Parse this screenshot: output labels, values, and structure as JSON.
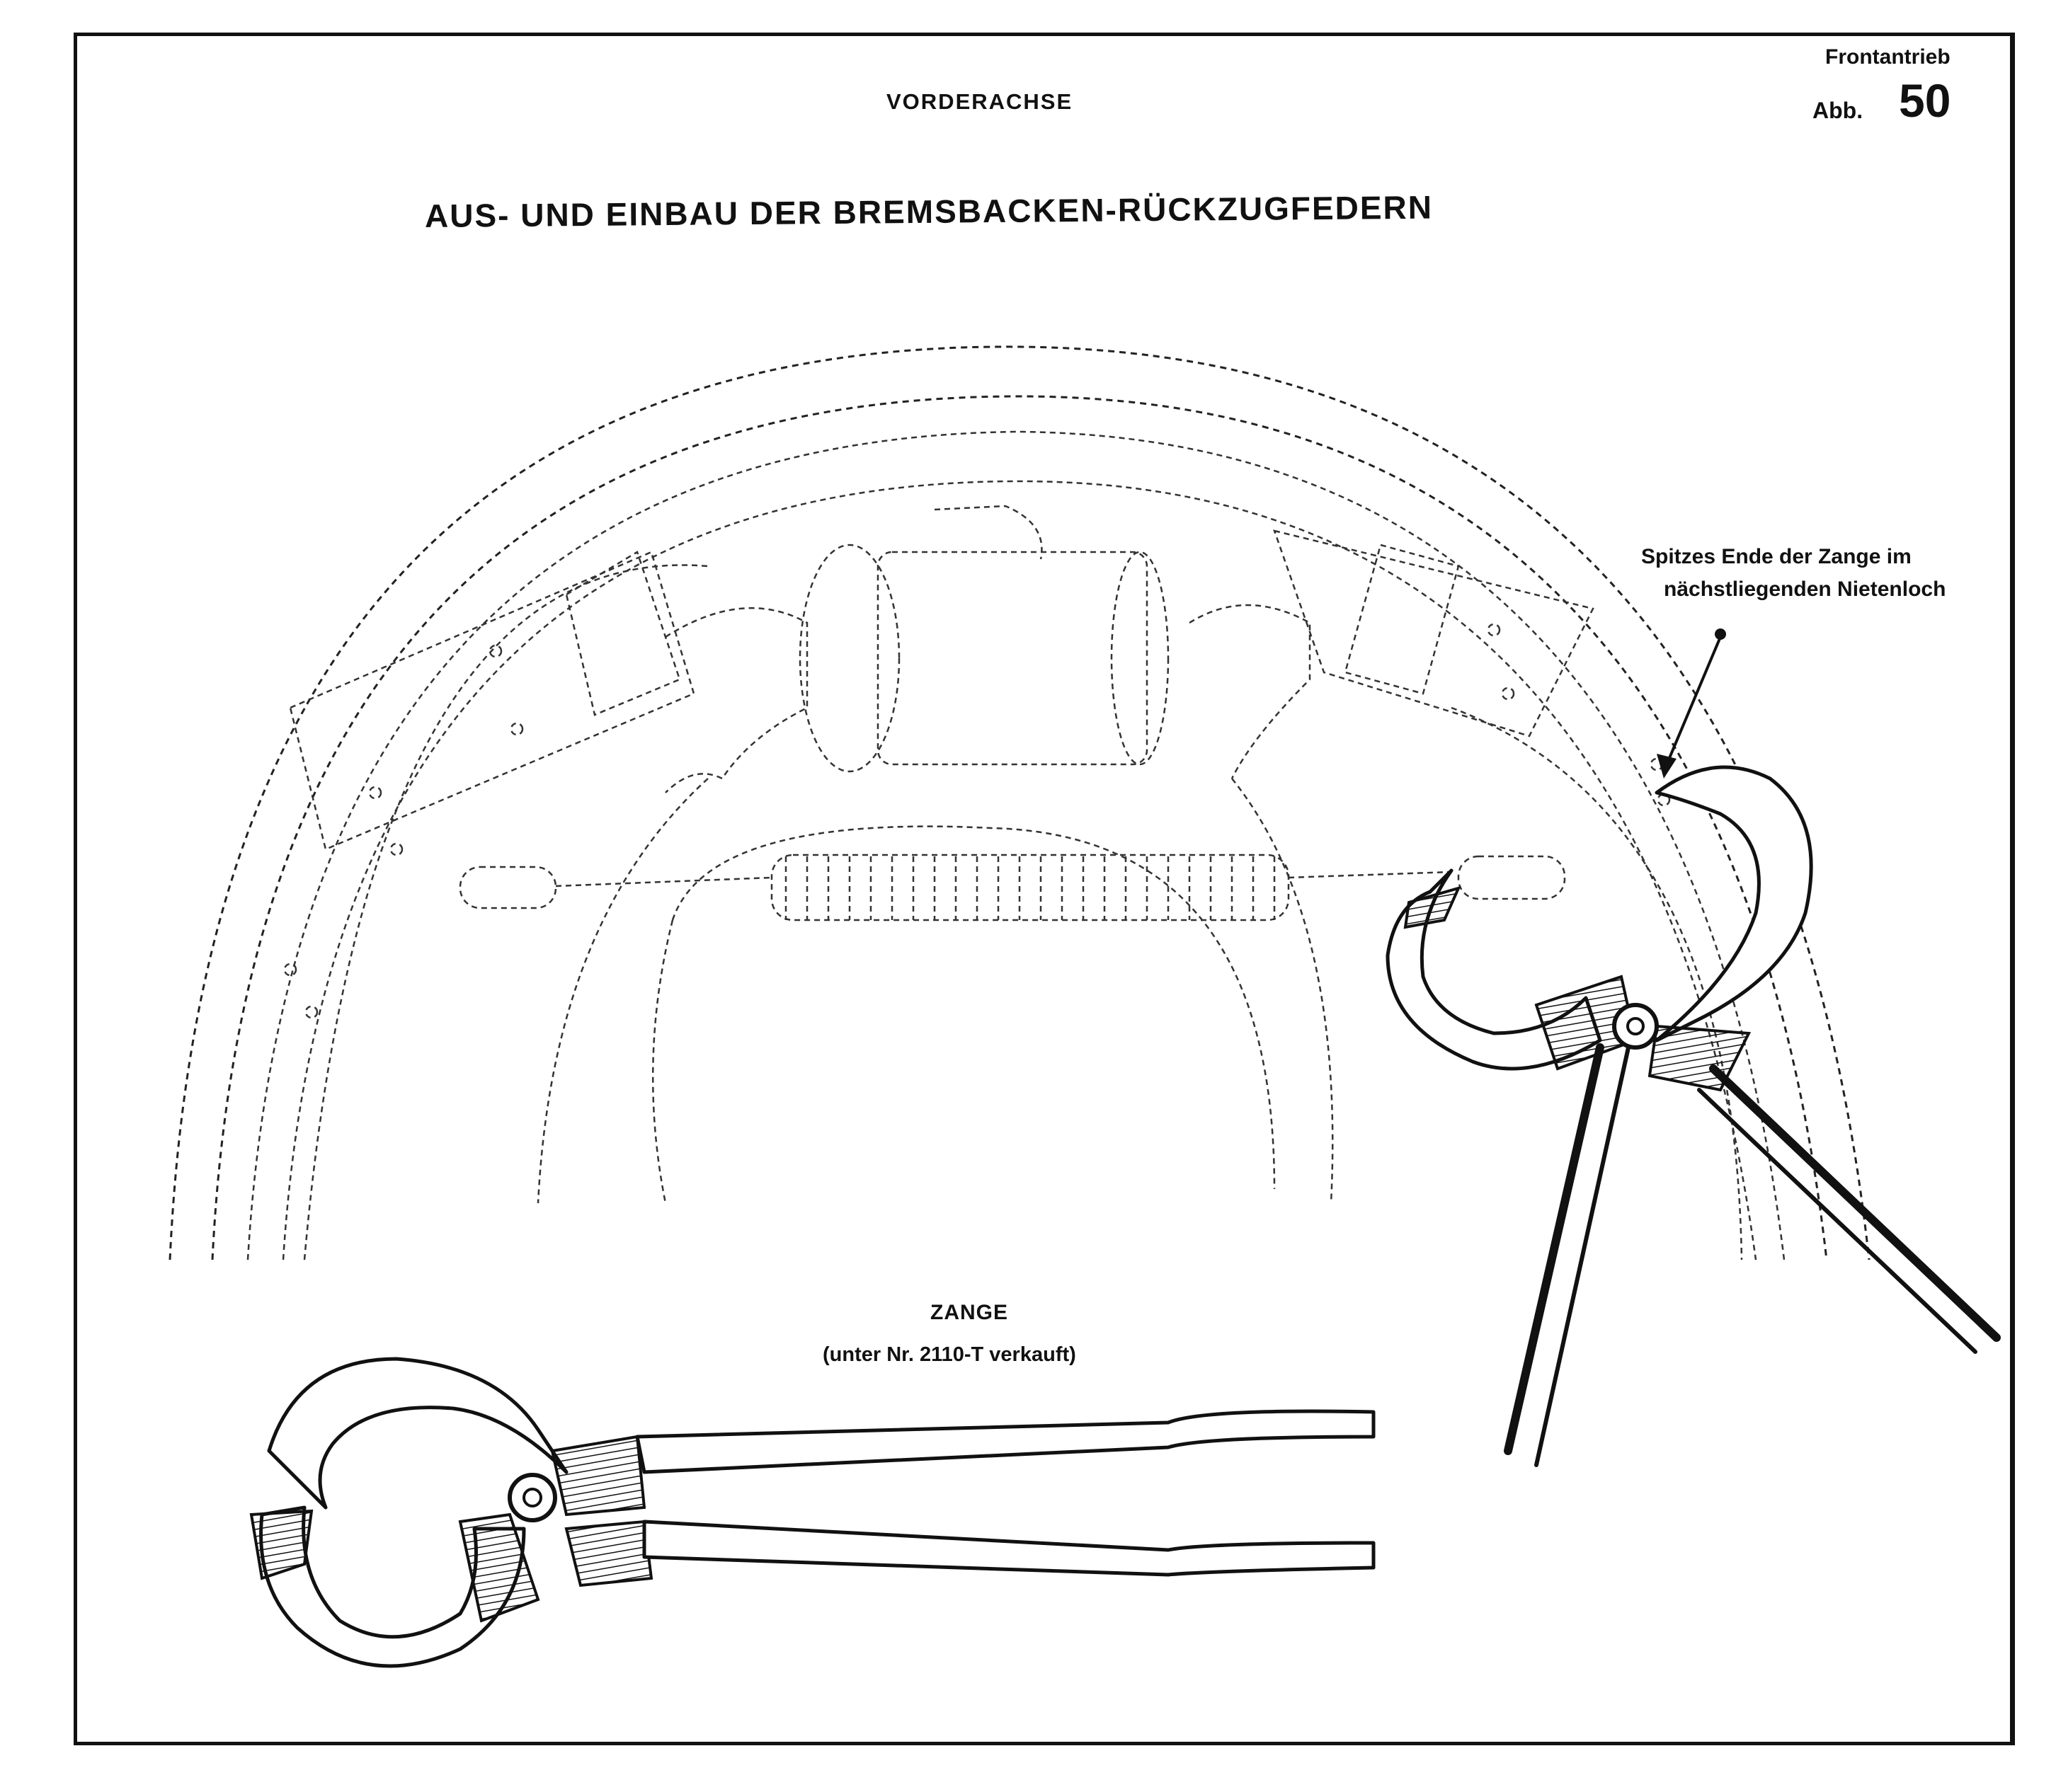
{
  "header": {
    "section": "VORDERACHSE",
    "drive": "Frontantrieb",
    "figure_label": "Abb.",
    "figure_number": "50"
  },
  "title": "AUS- UND EINBAU DER BREMSBACKEN-RÜCKZUGFEDERN",
  "callout": {
    "line1": "Spitzes Ende der Zange im",
    "line2": "nächstliegenden Nietenloch"
  },
  "tool": {
    "name": "ZANGE",
    "note": "(unter Nr. 2110-T verkauft)"
  }
}
